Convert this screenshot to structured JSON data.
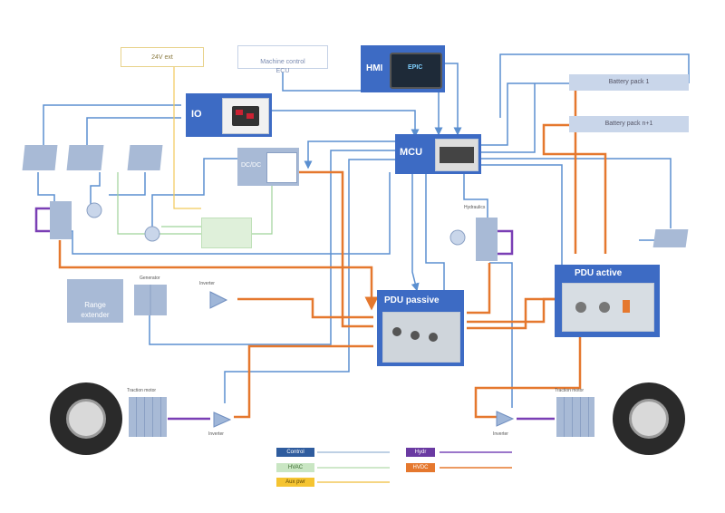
{
  "labels": {
    "v24": "24V ext",
    "machine_control": "Machine control\nECU",
    "hmi": "HMI",
    "hmi_screen": "EPIC",
    "io": "IO",
    "mcu": "MCU",
    "dcdc": "DC/DC",
    "battery1": "Battery pack 1",
    "battery2": "Battery pack n+1",
    "range_extender": "Range\nextender",
    "pdu_passive": "PDU passive",
    "pdu_active": "PDU active",
    "inverter_top": "Inverter",
    "inverter_left": "Inverter",
    "inverter_right": "Inverter",
    "traction_left": "Traction motor",
    "traction_right": "Traction motor",
    "gen_label": "Generator",
    "pump_label": "Hydraulics"
  },
  "legend": [
    {
      "label": "Control",
      "chip": "#2f5c9e",
      "text_color": "#ffffff",
      "line": "#a9c0dc"
    },
    {
      "label": "HVAC",
      "chip": "#c9e6c3",
      "text_color": "#3a6a30",
      "line": "#bfe0b8"
    },
    {
      "label": "Aux pwr",
      "chip": "#f5c431",
      "text_color": "#5a4300",
      "line": "#f2c95a"
    },
    {
      "label": "Hydr",
      "chip": "#6a3aa2",
      "text_color": "#ffffff",
      "line": "#7a48b8"
    },
    {
      "label": "HVDC",
      "chip": "#e5782e",
      "text_color": "#ffffff",
      "line": "#e5782e"
    }
  ],
  "colors": {
    "control": "#5b8fd0",
    "hvac": "#9fd39a",
    "aux": "#f2c95a",
    "hydraulic": "#7a3fb5",
    "hvdc": "#e5782e",
    "dark_box": "#3d6bc4",
    "light_box": "#a8bad6"
  }
}
